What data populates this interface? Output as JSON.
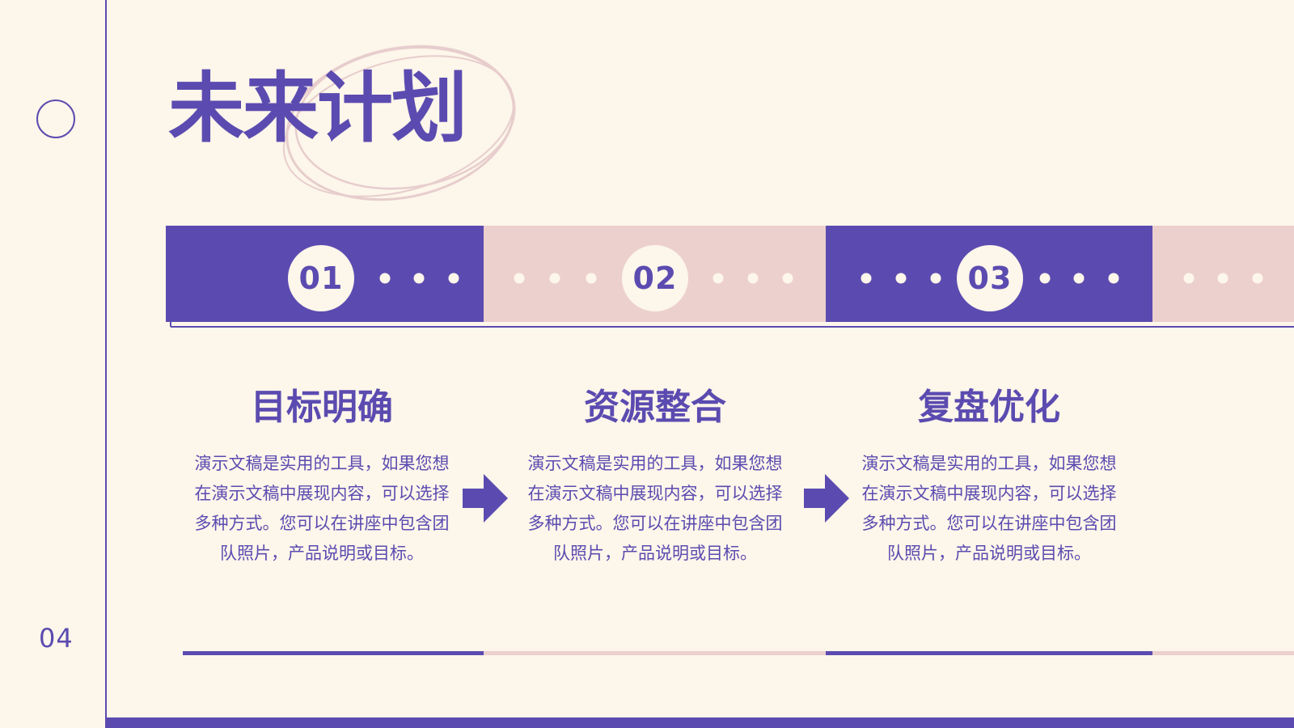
{
  "page": {
    "title": "未来计划",
    "page_number": "04"
  },
  "colors": {
    "background": "#fdf6ea",
    "purple": "#5b4bb0",
    "pink": "#ecd0ce",
    "scribble": "#e7cdcd"
  },
  "steps": [
    {
      "number": "01",
      "heading": "目标明确",
      "body": "演示文稿是实用的工具，如果您想在演示文稿中展现内容，可以选择多种方式。您可以在讲座中包含团队照片，产品说明或目标。"
    },
    {
      "number": "02",
      "heading": "资源整合",
      "body": "演示文稿是实用的工具，如果您想在演示文稿中展现内容，可以选择多种方式。您可以在讲座中包含团队照片，产品说明或目标。"
    },
    {
      "number": "03",
      "heading": "复盘优化",
      "body": "演示文稿是实用的工具，如果您想在演示文稿中展现内容，可以选择多种方式。您可以在讲座中包含团队照片，产品说明或目标。"
    }
  ],
  "icons": {
    "decor_circle": "circle-outline-icon",
    "arrow": "arrow-right-icon"
  }
}
